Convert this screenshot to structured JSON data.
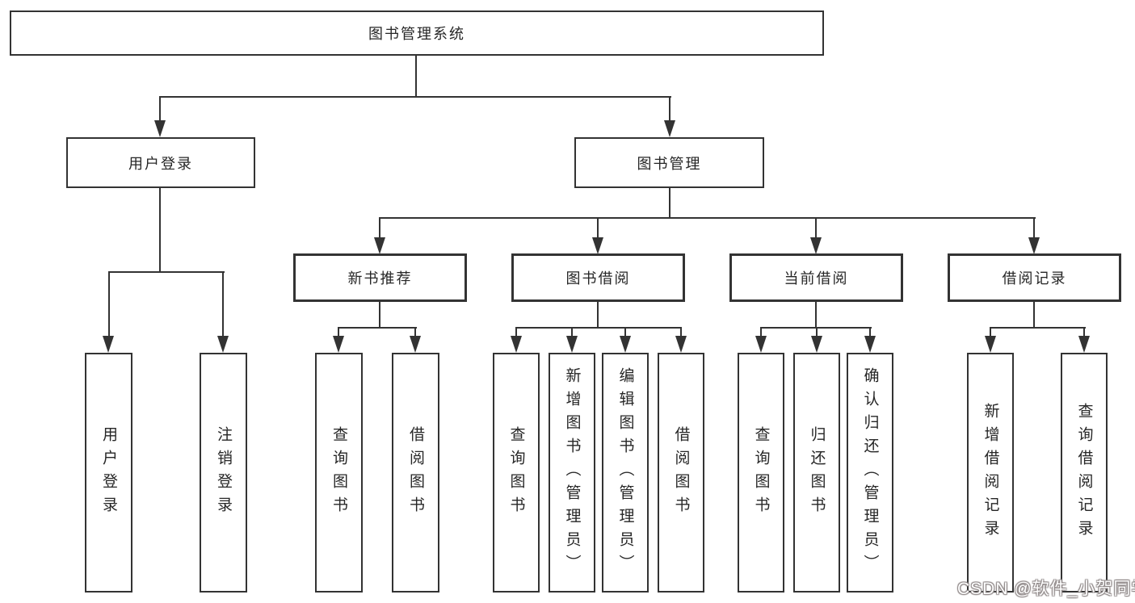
{
  "title": {
    "label": "图书管理系统"
  },
  "branches": [
    {
      "label": "用户登录",
      "children": [
        {
          "label": "用户登录"
        },
        {
          "label": "注销登录"
        }
      ]
    },
    {
      "label": "图书管理",
      "groups": [
        {
          "label": "新书推荐",
          "children": [
            {
              "label": "查询图书"
            },
            {
              "label": "借阅图书"
            }
          ]
        },
        {
          "label": "图书借阅",
          "children": [
            {
              "label": "查询图书"
            },
            {
              "label": "新增图书（管理员）"
            },
            {
              "label": "编辑图书（管理员）"
            },
            {
              "label": "借阅图书"
            }
          ]
        },
        {
          "label": "当前借阅",
          "children": [
            {
              "label": "查询图书"
            },
            {
              "label": "归还图书"
            },
            {
              "label": "确认归还（管理员）"
            }
          ]
        },
        {
          "label": "借阅记录",
          "children": [
            {
              "label": "新增借阅记录"
            },
            {
              "label": "查询借阅记录"
            }
          ]
        }
      ]
    }
  ],
  "watermark": {
    "text": "CSDN @软件_小贺同学",
    "fill_color": "#ffffff",
    "outline_color": "#8d8686"
  },
  "colors": {
    "line": "#333333",
    "text": "#262626",
    "background": "#ffffff"
  }
}
